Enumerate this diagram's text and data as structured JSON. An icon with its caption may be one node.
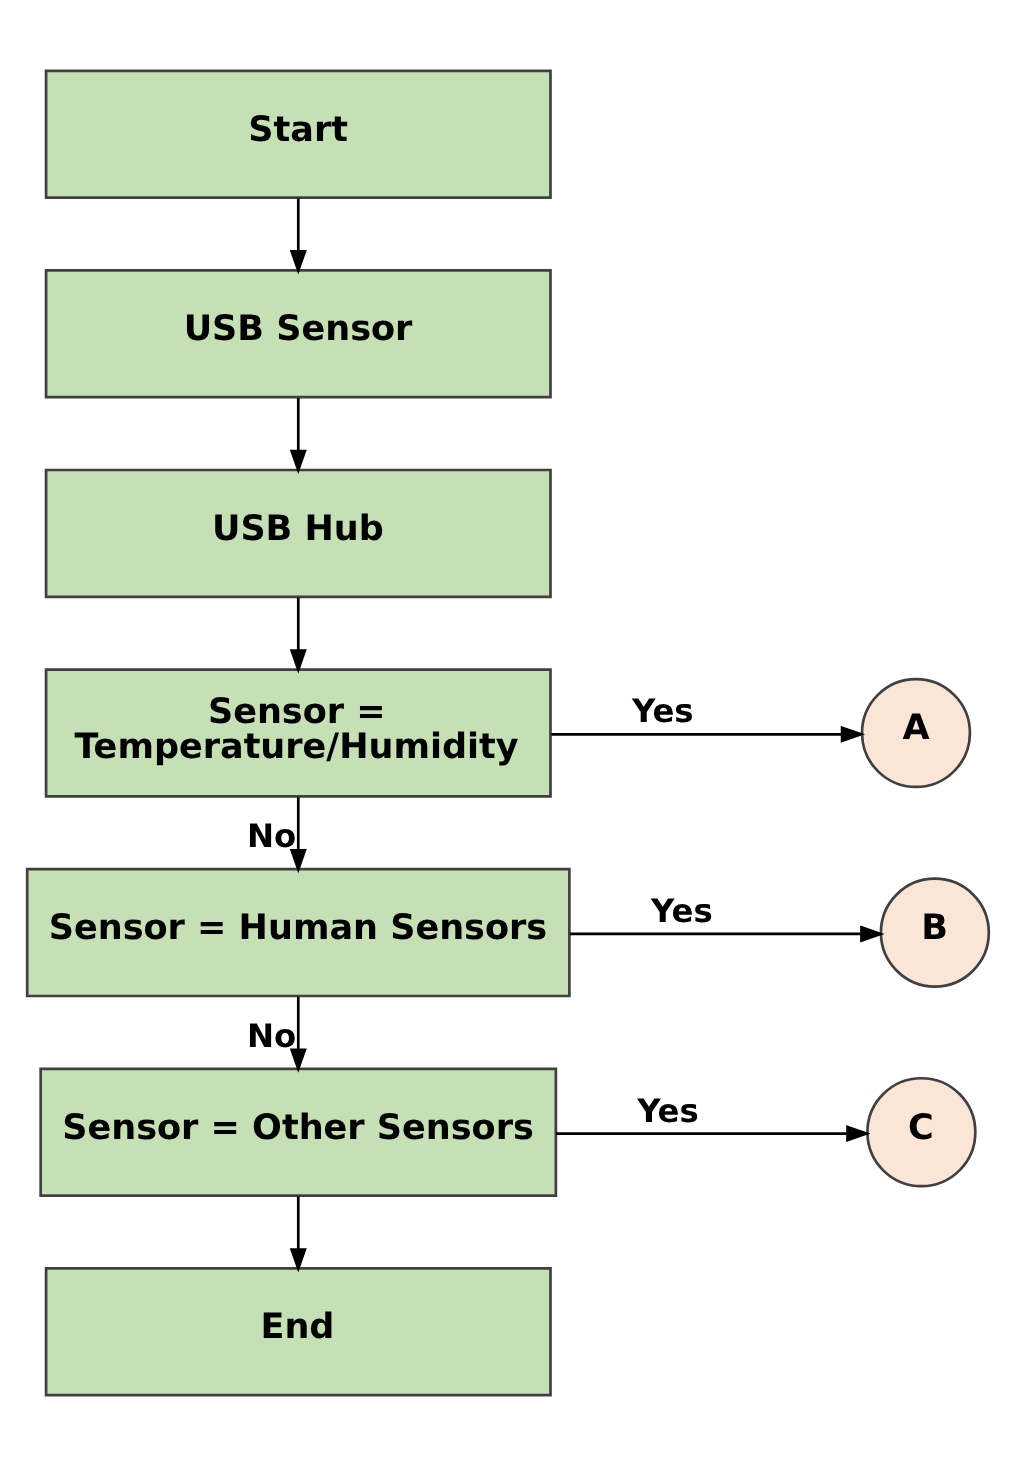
{
  "diagram": {
    "nodes": [
      {
        "text": [
          "Start"
        ]
      },
      {
        "text": [
          "USB Sensor"
        ]
      },
      {
        "text": [
          "USB Hub"
        ]
      },
      {
        "text": [
          "Sensor = Temperature/Humidity"
        ]
      },
      {
        "text": [
          "A"
        ]
      },
      {
        "text": [
          "Sensor = Human Sensors"
        ]
      },
      {
        "text": [
          "B"
        ]
      },
      {
        "text": [
          "Sensor = Other Sensors"
        ]
      },
      {
        "text": [
          "C"
        ]
      },
      {
        "text": [
          "End"
        ]
      }
    ],
    "edges": [
      {
        "from": 0,
        "to": 1,
        "arrow": "to"
      },
      {
        "from": 1,
        "to": 2,
        "arrow": "to"
      },
      {
        "from": 2,
        "to": 3,
        "arrow": "to"
      },
      {
        "from": 3,
        "to": 4,
        "arrow": "to",
        "label": "Yes"
      },
      {
        "from": 3,
        "to": 5,
        "arrow": "to",
        "label": "No"
      },
      {
        "from": 5,
        "to": 6,
        "arrow": "to",
        "label": "Yes"
      },
      {
        "from": 5,
        "to": 7,
        "arrow": "to",
        "label": "No"
      },
      {
        "from": 7,
        "to": 8,
        "arrow": "to",
        "label": "Yes"
      },
      {
        "from": 7,
        "to": 9,
        "arrow": "to"
      }
    ]
  }
}
